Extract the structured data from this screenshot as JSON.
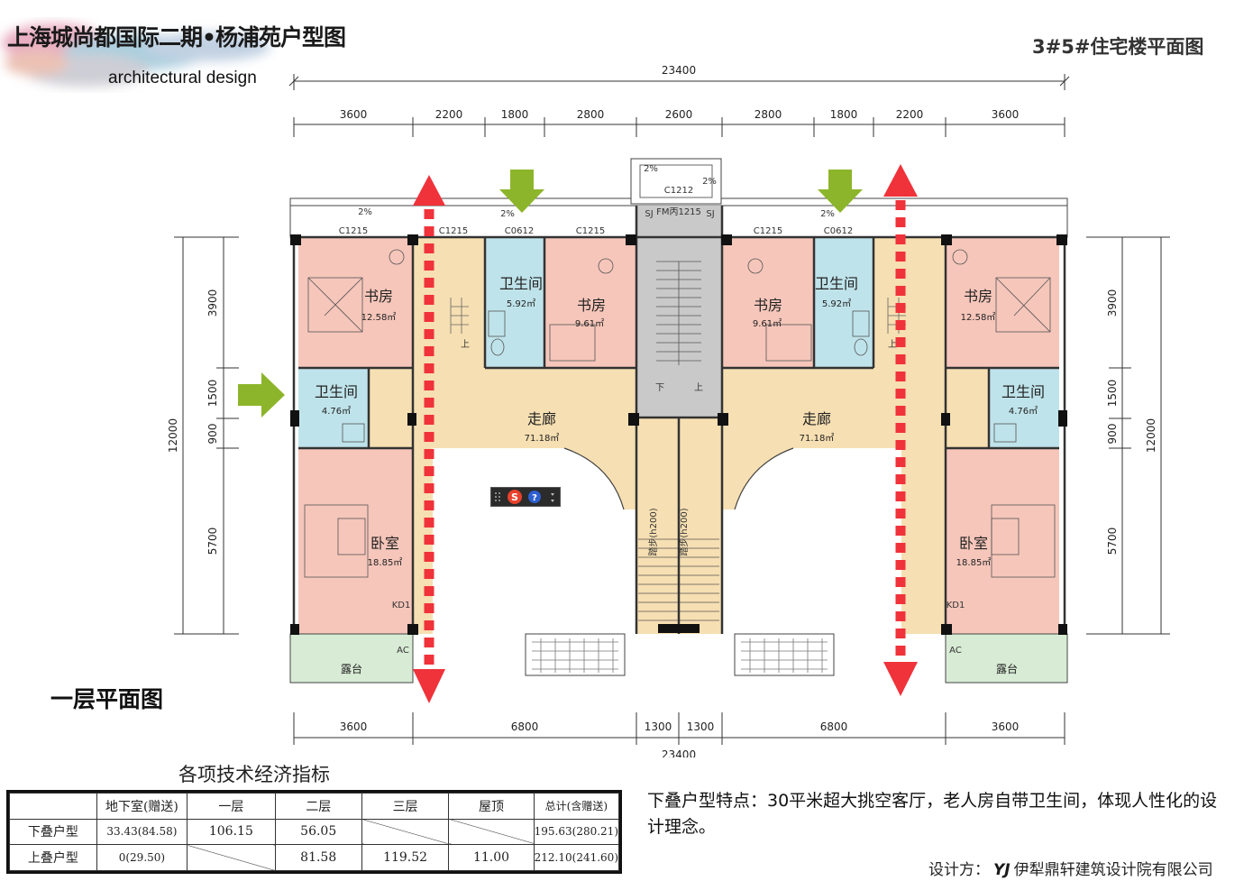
{
  "header": {
    "title": "上海城尚都国际二期•杨浦苑户型图",
    "subtitle": "architectural design",
    "building": "3#5#住宅楼平面图"
  },
  "floor_title": "一层平面图",
  "plan": {
    "top_total": "23400",
    "top_dims": [
      "3600",
      "2200",
      "1800",
      "2800",
      "2600",
      "2800",
      "1800",
      "2200",
      "3600"
    ],
    "bottom_dims": [
      "3600",
      "6800",
      "1300",
      "1300",
      "6800",
      "3600"
    ],
    "bottom_total": "23400",
    "left_dims": [
      "3900",
      "1500",
      "900",
      "5700"
    ],
    "right_dims": [
      "3900",
      "1500",
      "900",
      "5700"
    ],
    "side_total": "12000",
    "windows": [
      "C1215",
      "C1215",
      "C0612",
      "C1215",
      "C1212",
      "FM丙1215",
      "C1215",
      "C0612",
      "SJ",
      "SJ"
    ],
    "slopes": [
      "2%",
      "2%",
      "2%",
      "2%",
      "2%"
    ],
    "rooms": {
      "study_left": {
        "name": "书房",
        "area": "12.58㎡"
      },
      "bath_left_top": {
        "name": "卫生间",
        "area": "5.92㎡"
      },
      "study_left_mid": {
        "name": "书房",
        "area": "9.61㎡"
      },
      "study_right_mid": {
        "name": "书房",
        "area": "9.61㎡"
      },
      "bath_right_top": {
        "name": "卫生间",
        "area": "5.92㎡"
      },
      "study_right": {
        "name": "书房",
        "area": "12.58㎡"
      },
      "bath_left_small": {
        "name": "卫生间",
        "area": "4.76㎡"
      },
      "bath_right_small": {
        "name": "卫生间",
        "area": "4.76㎡"
      },
      "corridor_left": {
        "name": "走廊",
        "area": "71.18㎡"
      },
      "corridor_right": {
        "name": "走廊",
        "area": "71.18㎡"
      },
      "bedroom_left": {
        "name": "卧室",
        "area": "18.85㎡"
      },
      "bedroom_right": {
        "name": "卧室",
        "area": "18.85㎡"
      },
      "terrace_left": "露台",
      "terrace_right": "露台"
    },
    "misc": {
      "kd1": "KD1",
      "ac": "AC",
      "up": "上",
      "down": "下",
      "steps": "踏步(h200)"
    }
  },
  "table": {
    "title": "各项技术经济指标",
    "headers": [
      "",
      "地下室(赠送)",
      "一层",
      "二层",
      "三层",
      "屋顶",
      "总计(含赠送)"
    ],
    "rows": [
      [
        "下叠户型",
        "33.43(84.58)",
        "106.15",
        "56.05",
        "",
        "",
        "195.63(280.21)"
      ],
      [
        "上叠户型",
        "0(29.50)",
        "",
        "81.58",
        "119.52",
        "11.00",
        "212.10(241.60)"
      ]
    ]
  },
  "description": "下叠户型特点：30平米超大挑空客厅，老人房自带卫生间，体现人性化的设计理念。",
  "designer": {
    "prefix": "设计方：",
    "logo": "YJ",
    "name": "伊犁鼎轩建筑设计院有限公司"
  },
  "colors": {
    "study": "#f6c6ba",
    "bath": "#bfe3ea",
    "corridor": "#f6dfb2",
    "stair": "#c9c9c9",
    "terrace": "#d8ecd5",
    "arrow_red": "#f0323a",
    "arrow_green": "#8db52b"
  },
  "overlay": {
    "toolbar_icon": "sogou-ime-icon",
    "help_icon": "help-icon"
  }
}
